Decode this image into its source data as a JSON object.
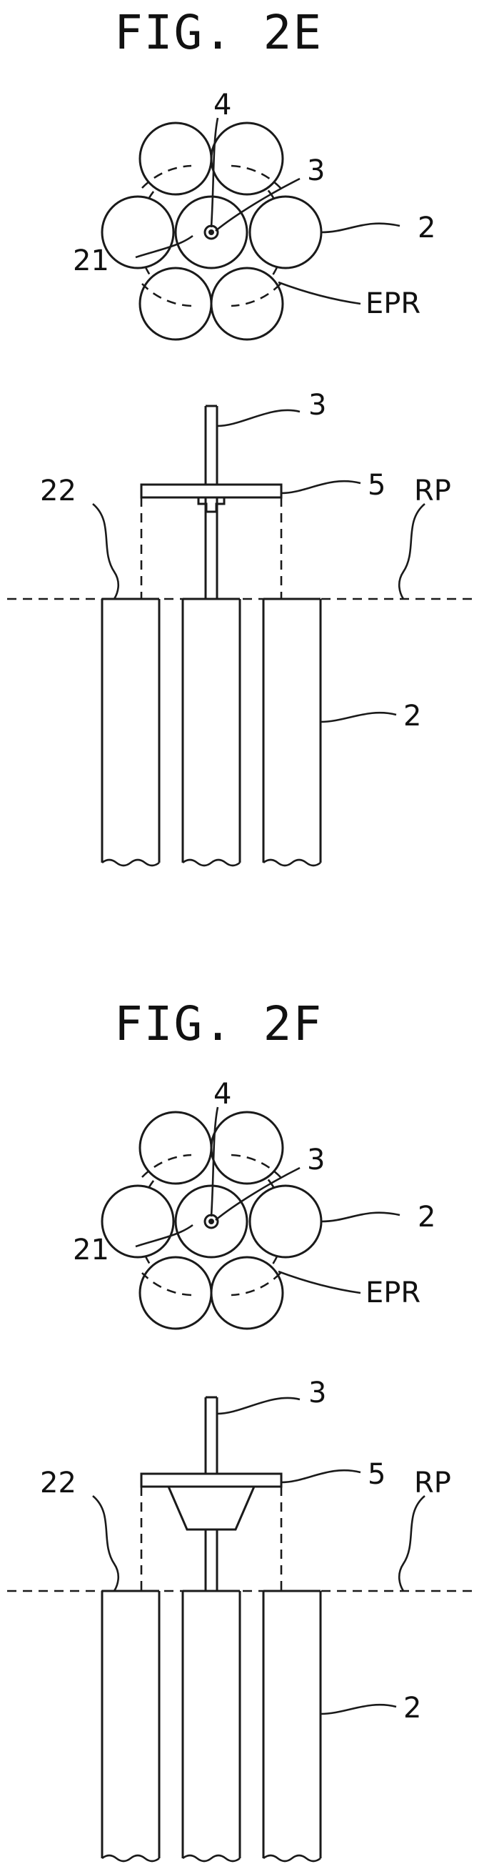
{
  "figures": [
    {
      "title": "FIG. 2E",
      "labels": {
        "ref_4": "4",
        "ref_3_top": "3",
        "ref_2_top": "2",
        "ref_21": "21",
        "ref_epr": "EPR",
        "ref_3_side": "3",
        "ref_22": "22",
        "ref_5": "5",
        "ref_rp": "RP",
        "ref_2_side": "2"
      }
    },
    {
      "title": "FIG. 2F",
      "labels": {
        "ref_4": "4",
        "ref_3_top": "3",
        "ref_2_top": "2",
        "ref_21": "21",
        "ref_epr": "EPR",
        "ref_3_side": "3",
        "ref_22": "22",
        "ref_5": "5",
        "ref_rp": "RP",
        "ref_2_side": "2"
      }
    }
  ]
}
